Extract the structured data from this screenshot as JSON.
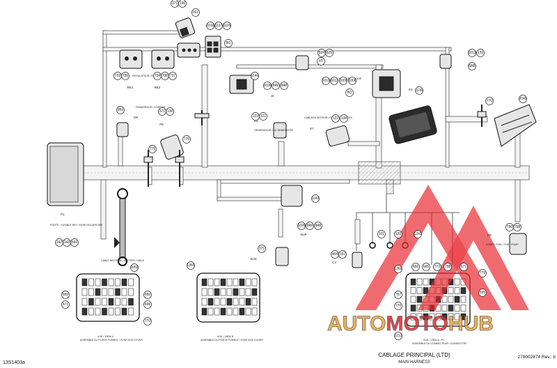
{
  "title": "CABLAGE PRINCIPAL (LTD)",
  "subtitle": "MAIN HARNESS",
  "drawing_code": "13S1403a",
  "part_ref": "278002874 Rev.: b",
  "watermark": {
    "prefix": "AUTO",
    "middle": "MOTO",
    "suffix": "HUB",
    "colors": {
      "red": "#e8262d",
      "orange": "#f0a43a",
      "outline": "#4b4b4b"
    }
  },
  "callouts": {
    "c371a": "371",
    "c136a": "136",
    "c001": "001",
    "c1016": "1016",
    "c1137": "1137",
    "c1139": "1139",
    "c8g": "8G",
    "c733": "733",
    "c735": "735",
    "c734": "734",
    "c736": "736",
    "c737": "737",
    "c824": "824",
    "c825": "825",
    "c8t": "8T",
    "c1140": "1140",
    "c1026a": "1026",
    "c849a": "849",
    "c848a": "848",
    "c1011": "1011",
    "c1012": "1012",
    "c1009": "1009",
    "c1008": "1008",
    "c8q": "8Q",
    "c1013": "1013",
    "c133b": "133",
    "c8ab": "8AB",
    "c1136": "1136",
    "c853": "853",
    "c371b": "371",
    "c136b": "136",
    "c133": "133",
    "c121": "121",
    "c122": "122",
    "c134": "134",
    "c775a": "775",
    "c775b": "775",
    "c770": "770",
    "c2049": "2049",
    "c1143": "1143",
    "c1026b": "1026",
    "c849b": "849",
    "c848b": "848",
    "c790": "790",
    "c798": "798",
    "c242": "242",
    "c243": "243",
    "c666a": "666",
    "c371c": "371",
    "c464": "464",
    "c107": "107",
    "c101": "101",
    "c120": "120",
    "c1242": "1242",
    "c2059": "2059",
    "c1369a": "1369",
    "c1369b": "1369",
    "c666b": "666",
    "c770b": "770",
    "c665": "665",
    "c671": "671",
    "c666c": "666",
    "c666d": "666",
    "c770c": "770",
    "c665b": "665",
    "c772": "772",
    "c798b": "798",
    "c671b": "671",
    "c779": "779",
    "c767": "767",
    "c770d": "770",
    "c695": "695",
    "c1212": "1212"
  },
  "tags": {
    "re1": "RE1",
    "re2": "RE2",
    "p1": "P1",
    "d8": "D8",
    "p8": "P8",
    "e6": "E6",
    "e7": "E7",
    "sup": "SUP",
    "c3": "C3",
    "j2": "J2",
    "pe": "PE",
    "e1": "E1",
    "l1": "L1",
    "b1": "B1",
    "b2": "B2",
    "sus": "SUS",
    "k1": "K1",
    "p10": "P10",
    "pd": "PD"
  },
  "notes": {
    "regulator": "REGULATEUR / REGULATOR",
    "demarreur": "DEMARREUR / STARTER",
    "generator": "GENERATEUR / AC GENERATOR",
    "motor": "MOTEUR / ENGINE",
    "cablage_moteur": "CABLAGE MOTEUR / ENGINE HARNESS",
    "fusible": "PORTE - FUSIBLE REF / FUSE HOLDER REF",
    "batterie": "CABLE BATTERIE / BATTERY CABLE",
    "pompe": "POMPE FUEL / FUEL PUMP",
    "vue_f1": "VUE / VIEW A",
    "vue_f1_sub": "ASSEMBLE DU PORTE FUSIBLE / FUSE BOX COVER",
    "vue_b": "VUE / VIEW B",
    "vue_b_sub": "ASSEMBLE DU PORTE FUSIBLE / FUSE BOX COVER",
    "vue_c": "VUE / VIEW A - P1",
    "vue_c_sub": "ASSEMBLE DU CONNECTEUR / CONNECTOR"
  }
}
